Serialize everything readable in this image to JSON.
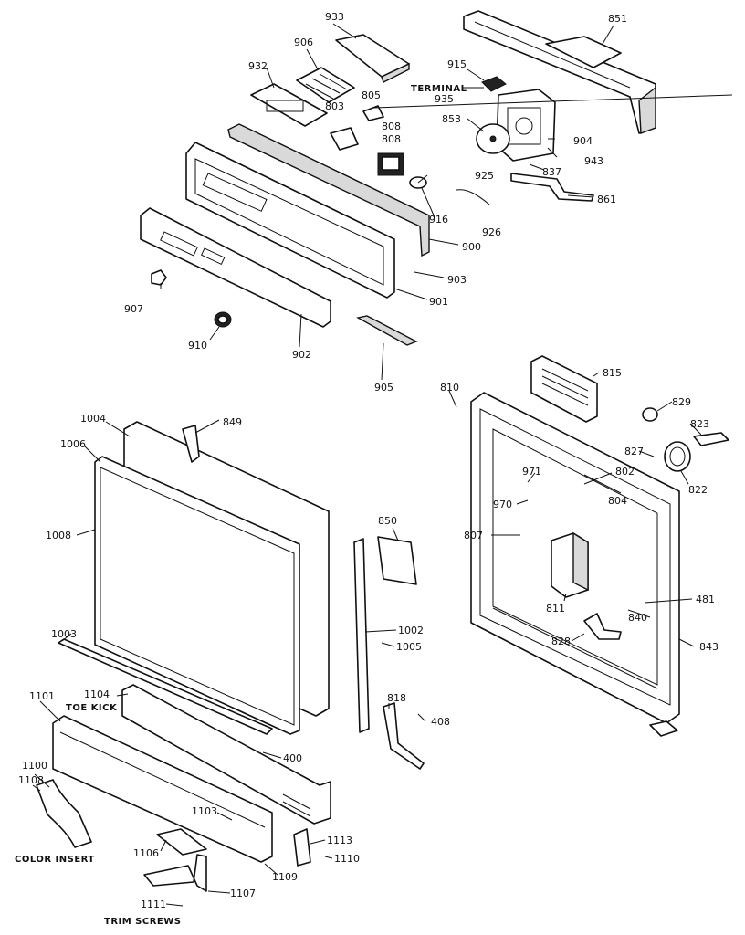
{
  "labels": {
    "l933": "933",
    "l851": "851",
    "l906": "906",
    "l915": "915",
    "l932": "932",
    "terminal": "TERMINAL",
    "l935": "935",
    "l805": "805",
    "l803": "803",
    "l808a": "808",
    "l853": "853",
    "l808b": "808",
    "l904": "904",
    "l837": "837",
    "l943": "943",
    "l925": "925",
    "l861": "861",
    "l916": "916",
    "l926": "926",
    "l900": "900",
    "l903": "903",
    "l907": "907",
    "l901": "901",
    "l910": "910",
    "l902": "902",
    "l905": "905",
    "l810": "810",
    "l815": "815",
    "l829": "829",
    "l1004": "1004",
    "l849": "849",
    "l823": "823",
    "l1006": "1006",
    "l827": "827",
    "l971": "971",
    "l802": "802",
    "l804": "804",
    "l822": "822",
    "l970": "970",
    "l1008": "1008",
    "l850": "850",
    "l807": "807",
    "l811": "811",
    "l481": "481",
    "l840": "840",
    "l1003": "1003",
    "l1002": "1002",
    "l828": "828",
    "l843": "843",
    "l1005": "1005",
    "l1104": "1104",
    "toekick": "TOE KICK",
    "l1101": "1101",
    "l818": "818",
    "l408": "408",
    "l400": "400",
    "l1100": "1100",
    "l1108": "1108",
    "l1103": "1103",
    "colorinsert": "COLOR INSERT",
    "l1106": "1106",
    "l1113": "1113",
    "l1110": "1110",
    "l1109": "1109",
    "l1107": "1107",
    "l1111": "1111",
    "trimscrews": "TRIM SCREWS"
  }
}
